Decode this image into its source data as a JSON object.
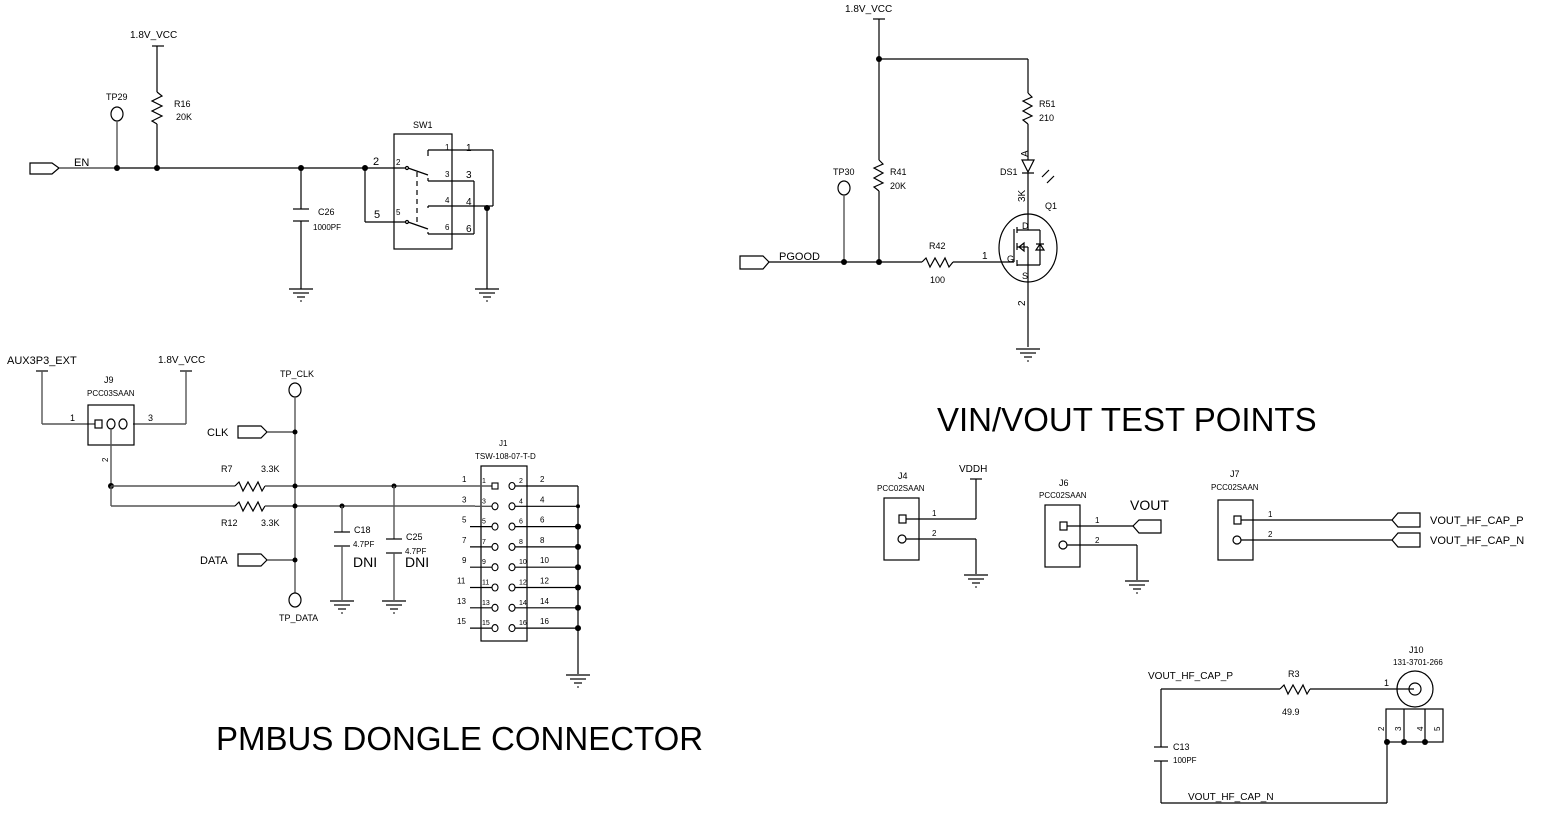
{
  "titles": {
    "pmbus": "PMBUS DONGLE CONNECTOR",
    "vin_vout": "VIN/VOUT TEST POINTS"
  },
  "en_circuit": {
    "net_en": "EN",
    "vcc": "1.8V_VCC",
    "tp29": "TP29",
    "r16_ref": "R16",
    "r16_val": "20K",
    "c26_ref": "C26",
    "c26_val": "1000PF",
    "sw1_ref": "SW1",
    "sw_pins": [
      "1",
      "2",
      "3",
      "4",
      "5",
      "6"
    ]
  },
  "pgood_circuit": {
    "vcc": "1.8V_VCC",
    "net_pgood": "PGOOD",
    "tp30": "TP30",
    "r41_ref": "R41",
    "r41_val": "20K",
    "r42_ref": "R42",
    "r42_val": "100",
    "r51_ref": "R51",
    "r51_val": "210",
    "ds1_ref": "DS1",
    "ds1_anode": "A",
    "ds1_cathode": "3K",
    "q1_ref": "Q1",
    "q1_d": "D",
    "q1_g": "G",
    "q1_s": "S",
    "q1_pin1": "1",
    "q1_pin2": "2"
  },
  "pmbus_circuit": {
    "aux": "AUX3P3_EXT",
    "vcc": "1.8V_VCC",
    "j9_ref": "J9",
    "j9_part": "PCC03SAAN",
    "j9_pin1": "1",
    "j9_pin2": "2",
    "j9_pin3": "3",
    "tp_clk": "TP_CLK",
    "tp_data": "TP_DATA",
    "net_clk": "CLK",
    "net_data": "DATA",
    "r7_ref": "R7",
    "r7_val": "3.3K",
    "r12_ref": "R12",
    "r12_val": "3.3K",
    "c18_ref": "C18",
    "c18_val": "4.7PF",
    "c18_note": "DNI",
    "c25_ref": "C25",
    "c25_val": "4.7PF",
    "c25_note": "DNI",
    "j1_ref": "J1",
    "j1_part": "TSW-108-07-T-D",
    "j1_left_pins": [
      "1",
      "3",
      "5",
      "7",
      "9",
      "11",
      "13",
      "15"
    ],
    "j1_right_pins": [
      "2",
      "4",
      "6",
      "8",
      "10",
      "12",
      "14",
      "16"
    ]
  },
  "test_points": {
    "j4_ref": "J4",
    "j4_part": "PCC02SAAN",
    "j4_net": "VDDH",
    "j6_ref": "J6",
    "j6_part": "PCC02SAAN",
    "j6_net": "VOUT",
    "j7_ref": "J7",
    "j7_part": "PCC02SAAN",
    "j7_net_p": "VOUT_HF_CAP_P",
    "j7_net_n": "VOUT_HF_CAP_N",
    "pin1": "1",
    "pin2": "2"
  },
  "hf_cap_circuit": {
    "net_p": "VOUT_HF_CAP_P",
    "net_n": "VOUT_HF_CAP_N",
    "r3_ref": "R3",
    "r3_val": "49.9",
    "c13_ref": "C13",
    "c13_val": "100PF",
    "j10_ref": "J10",
    "j10_part": "131-3701-266",
    "j10_pins": [
      "1",
      "2",
      "3",
      "4",
      "5"
    ]
  }
}
